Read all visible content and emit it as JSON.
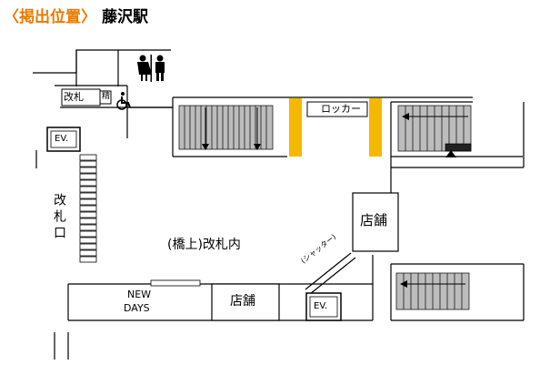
{
  "header": {
    "tag": "〈掲出位置〉",
    "station": "藤沢駅"
  },
  "labels": {
    "ticket_gate_top": "改札",
    "ticket_gate_small": "精",
    "locker": "ロッカー",
    "elevator_left": "EV.",
    "elevator_bottom": "EV.",
    "ticket_gate_exit": "改札口",
    "area_inside": "(橋上)改札内",
    "shop_right": "店舗",
    "shop_bottom": "店舗",
    "newdays_line1": "NEW",
    "newdays_line2": "DAYS",
    "shutter": "(シャッター)"
  },
  "icons": [
    "restroom-icon",
    "wheelchair-icon",
    "elevator-icon",
    "down-arrow-icon",
    "left-arrow-icon",
    "up-arrow-icon"
  ],
  "colors": {
    "tag": "#e87b00",
    "poster": "#f5b800",
    "stairs_fill": "#9a9a9a",
    "wall": "#000000"
  }
}
